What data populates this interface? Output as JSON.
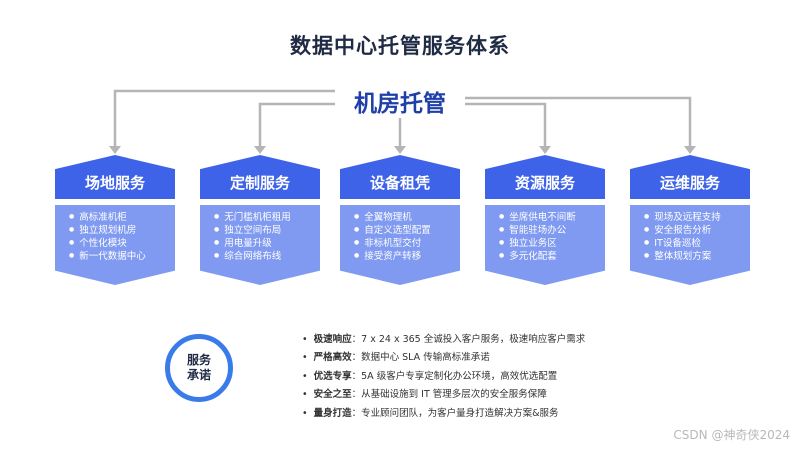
{
  "title": "数据中心托管服务体系",
  "root": "机房托管",
  "services": [
    {
      "name": "场地服务",
      "items": [
        "高标准机柜",
        "独立规划机房",
        "个性化模块",
        "新一代数据中心"
      ]
    },
    {
      "name": "定制服务",
      "items": [
        "无门槛机柜租用",
        "独立空间布局",
        "用电量升级",
        "综合网络布线"
      ]
    },
    {
      "name": "设备租凭",
      "items": [
        "全翼物理机",
        "自定义选型配置",
        "非标机型交付",
        "接受资产转移"
      ]
    },
    {
      "name": "资源服务",
      "items": [
        "坐席供电不间断",
        "智能驻场办公",
        "独立业务区",
        "多元化配套"
      ]
    },
    {
      "name": "运维服务",
      "items": [
        "现场及远程支持",
        "安全报告分析",
        "IT设备巡检",
        "整体规划方案"
      ]
    }
  ],
  "badge": {
    "line1": "服务",
    "line2": "承诺"
  },
  "promises": [
    {
      "key": "极速响应",
      "text": "：7 x 24 x 365 全诚投入客户服务，极速响应客户需求"
    },
    {
      "key": "严格高效",
      "text": "：数据中心 SLA 传输高标准承诺"
    },
    {
      "key": "优选专享",
      "text": "：5A 级客户专享定制化办公环境，高效优选配置"
    },
    {
      "key": "安全之至",
      "text": "：从基础设施到 IT 管理多层次的安全服务保障"
    },
    {
      "key": "量身打造",
      "text": "：专业顾问团队，为客户量身打造解决方案&服务"
    }
  ],
  "watermark": "CSDN @神奇侠2024",
  "colors": {
    "head": "#3f63e8",
    "body": "#7f9af0",
    "line": "#b5b5b5",
    "root": "#1f3fa8"
  }
}
